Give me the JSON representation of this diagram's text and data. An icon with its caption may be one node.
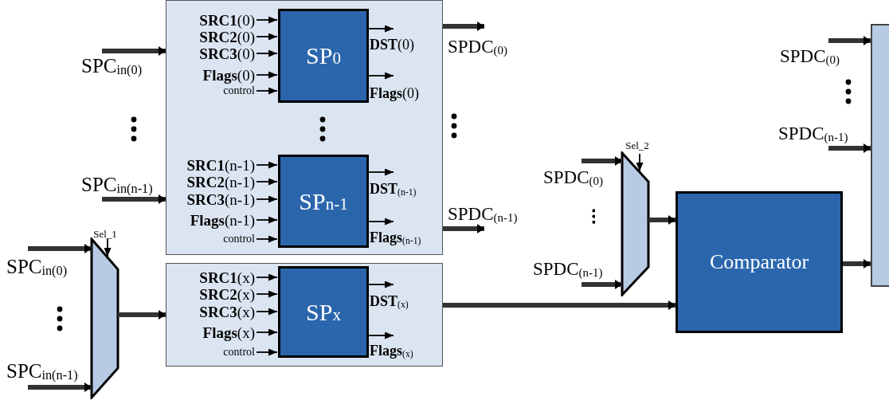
{
  "diagram": {
    "nodes": [
      {
        "text": [],
        "shape": "box"
      },
      {
        "text": [
          "SP$_{0}$"
        ],
        "in": 0
      },
      {
        "text": [
          "SP$_{n-1}$"
        ],
        "in": 0
      },
      {
        "text": [],
        "shape": "box"
      },
      {
        "text": [
          "SP$_{x}$"
        ],
        "in": 3
      },
      {
        "text": [],
        "shape": "trapezoid"
      },
      {
        "text": [],
        "shape": "trapezoid"
      },
      {
        "text": [
          "Comparator"
        ]
      },
      {
        "text": [],
        "shape": "bar"
      }
    ],
    "edges": [
      {
        "from": null,
        "to": 1,
        "arrow": "to",
        "label": "**SRC1**(0)"
      },
      {
        "from": null,
        "to": 1,
        "arrow": "to",
        "label": "**SRC2**(0)"
      },
      {
        "from": null,
        "to": 1,
        "arrow": "to",
        "label": "**SRC3**(0)"
      },
      {
        "from": null,
        "to": 1,
        "arrow": "to",
        "label": "**Flags**(0)"
      },
      {
        "from": null,
        "to": 1,
        "arrow": "to",
        "label": "control"
      },
      {
        "from": 1,
        "to": null,
        "arrow": "to",
        "label": "**DST**(0)"
      },
      {
        "from": 1,
        "to": null,
        "arrow": "to",
        "label": "**Flags**(0)"
      },
      {
        "from": null,
        "to": 2,
        "arrow": "to",
        "label": "**SRC1**(n-1)"
      },
      {
        "from": null,
        "to": 2,
        "arrow": "to",
        "label": "**SRC2**(n-1)"
      },
      {
        "from": null,
        "to": 2,
        "arrow": "to",
        "label": "**SRC3**(n-1)"
      },
      {
        "from": null,
        "to": 2,
        "arrow": "to",
        "label": "**Flags**(n-1)"
      },
      {
        "from": null,
        "to": 2,
        "arrow": "to",
        "label": "control"
      },
      {
        "from": 2,
        "to": null,
        "arrow": "to",
        "label": "**DST**$_{(n-1)}$"
      },
      {
        "from": 2,
        "to": null,
        "arrow": "to",
        "label": "**Flags**$_{(n-1)}$"
      },
      {
        "from": null,
        "to": 4,
        "arrow": "to",
        "label": "**SRC1**(x)"
      },
      {
        "from": null,
        "to": 4,
        "arrow": "to",
        "label": "**SRC2**(x)"
      },
      {
        "from": null,
        "to": 4,
        "arrow": "to",
        "label": "**SRC3**(x)"
      },
      {
        "from": null,
        "to": 4,
        "arrow": "to",
        "label": "**Flags**(x)"
      },
      {
        "from": null,
        "to": 4,
        "arrow": "to",
        "label": "control"
      },
      {
        "from": 4,
        "to": null,
        "arrow": "to",
        "label": "**DST**$_{(x)}$"
      },
      {
        "from": 4,
        "to": null,
        "arrow": "to",
        "label": "**Flags**$_{(x)}$"
      },
      {
        "from": null,
        "to": 0,
        "arrow": "to",
        "label": "SPC$_{in(0)}$",
        "style": "thick"
      },
      {
        "from": null,
        "to": 0,
        "arrow": "to",
        "label": "SPC$_{in(n-1)}$",
        "style": "thick"
      },
      {
        "from": 0,
        "to": null,
        "arrow": "to",
        "label": "SPDC$_{(0)}$",
        "style": "thick"
      },
      {
        "from": 0,
        "to": null,
        "arrow": "to",
        "label": "SPDC$_{(n-1)}$",
        "style": "thick"
      },
      {
        "from": null,
        "to": 5,
        "arrow": "to",
        "label": "SPC$_{in(0)}$",
        "style": "thick"
      },
      {
        "from": null,
        "to": 5,
        "arrow": "to",
        "label": "SPC$_{in(n-1)}$",
        "style": "thick"
      },
      {
        "from": null,
        "to": 5,
        "arrow": "to",
        "label": "Sel_1"
      },
      {
        "from": 5,
        "to": 3,
        "arrow": "to",
        "style": "thick"
      },
      {
        "from": 3,
        "to": 7,
        "arrow": "to",
        "style": "thick"
      },
      {
        "from": null,
        "to": 6,
        "arrow": "to",
        "label": "SPDC$_{(0)}$",
        "style": "thick"
      },
      {
        "from": null,
        "to": 6,
        "arrow": "to",
        "label": "SPDC$_{(n-1)}$",
        "style": "thick"
      },
      {
        "from": null,
        "to": 6,
        "arrow": "to",
        "label": "Sel_2"
      },
      {
        "from": 6,
        "to": 7,
        "arrow": "to",
        "style": "thick"
      },
      {
        "from": 7,
        "to": 8,
        "arrow": "to",
        "style": "thick"
      },
      {
        "from": null,
        "to": 8,
        "arrow": "to",
        "label": "SPDC$_{(0)}$",
        "style": "thick"
      },
      {
        "from": null,
        "to": 8,
        "arrow": "to",
        "label": "SPDC$_{(n-1)}$",
        "style": "thick"
      }
    ]
  }
}
